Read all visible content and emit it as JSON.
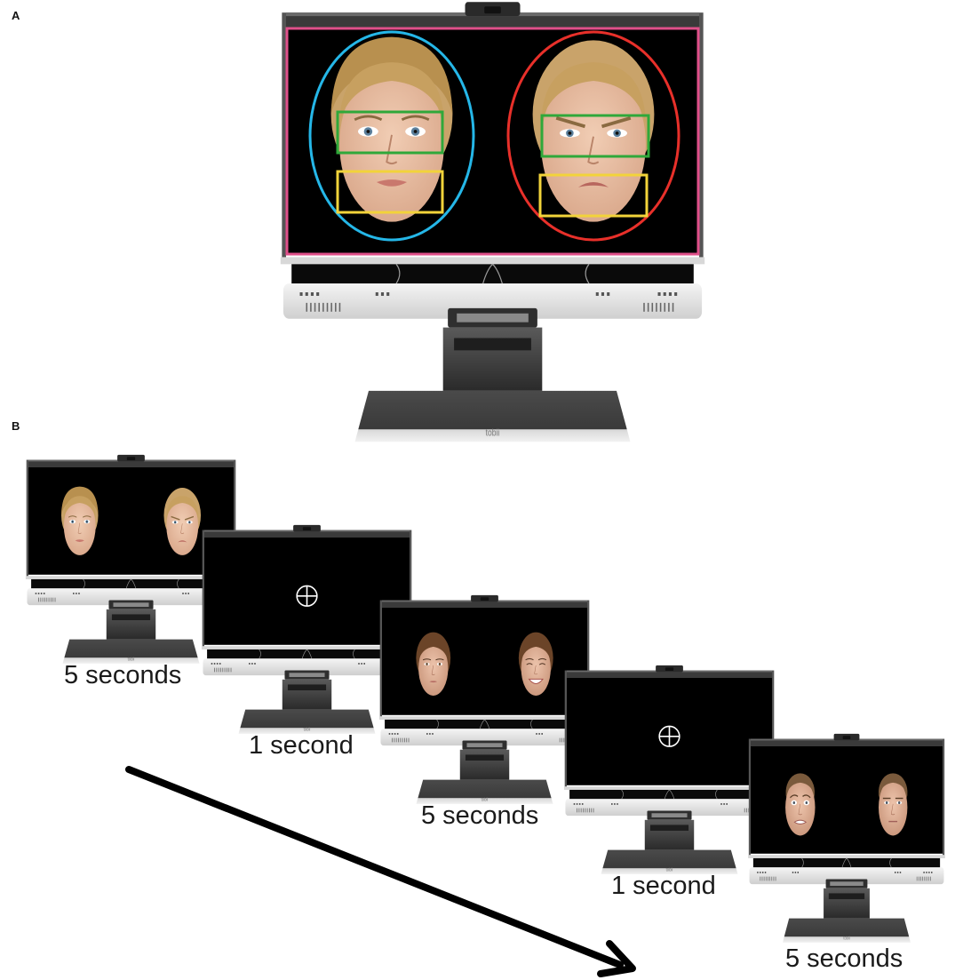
{
  "panels": {
    "a": {
      "label": "A",
      "logo": "tobii"
    },
    "b": {
      "label": "B"
    }
  },
  "colors": {
    "aoi_frame": "#e0508a",
    "aoi_face_left": "#25b7e8",
    "aoi_face_right": "#e8302a",
    "aoi_eyes": "#2fa83a",
    "aoi_mouth": "#f2d33a",
    "screen": "#000000",
    "arrow": "#000000"
  },
  "sequence": [
    {
      "screen": "faces",
      "faces": [
        "neutral-woman-blonde",
        "angry-woman-blonde"
      ],
      "duration": "5 seconds"
    },
    {
      "screen": "fixation-cross",
      "duration": "1 second"
    },
    {
      "screen": "faces",
      "faces": [
        "neutral-woman-brunette",
        "happy-woman-brunette"
      ],
      "duration": "5 seconds"
    },
    {
      "screen": "fixation-cross",
      "duration": "1 second"
    },
    {
      "screen": "faces",
      "faces": [
        "fearful-man",
        "neutral-man"
      ],
      "duration": "5 seconds"
    }
  ],
  "time_arrow_icon": "arrow-down-right-icon"
}
